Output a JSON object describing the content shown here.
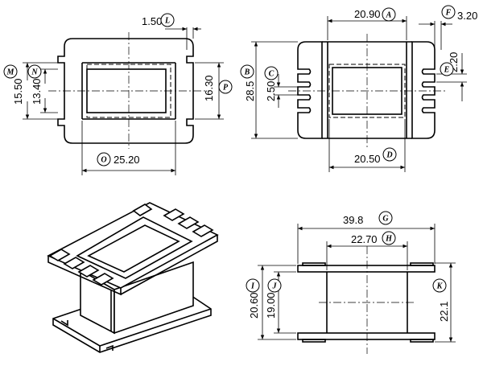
{
  "dimensions": {
    "L": {
      "tag": "L",
      "value": "1.50"
    },
    "M": {
      "tag": "M",
      "value": "15.50"
    },
    "N": {
      "tag": "N",
      "value": "13.40"
    },
    "O": {
      "tag": "O",
      "value": "25.20"
    },
    "P": {
      "tag": "P",
      "value": "16.30"
    },
    "A": {
      "tag": "A",
      "value": "20.90"
    },
    "B": {
      "tag": "B",
      "value": "28.5"
    },
    "C": {
      "tag": "C",
      "value": "2.50"
    },
    "D": {
      "tag": "D",
      "value": "20.50"
    },
    "E": {
      "tag": "E",
      "value": "2.20"
    },
    "F": {
      "tag": "F",
      "value": "3.20"
    },
    "G": {
      "tag": "G",
      "value": "39.8"
    },
    "H": {
      "tag": "H",
      "value": "22.70"
    },
    "I": {
      "tag": "I",
      "value": "20.60"
    },
    "J": {
      "tag": "J",
      "value": "19.00"
    },
    "K": {
      "tag": "K",
      "value": "22.1"
    }
  }
}
